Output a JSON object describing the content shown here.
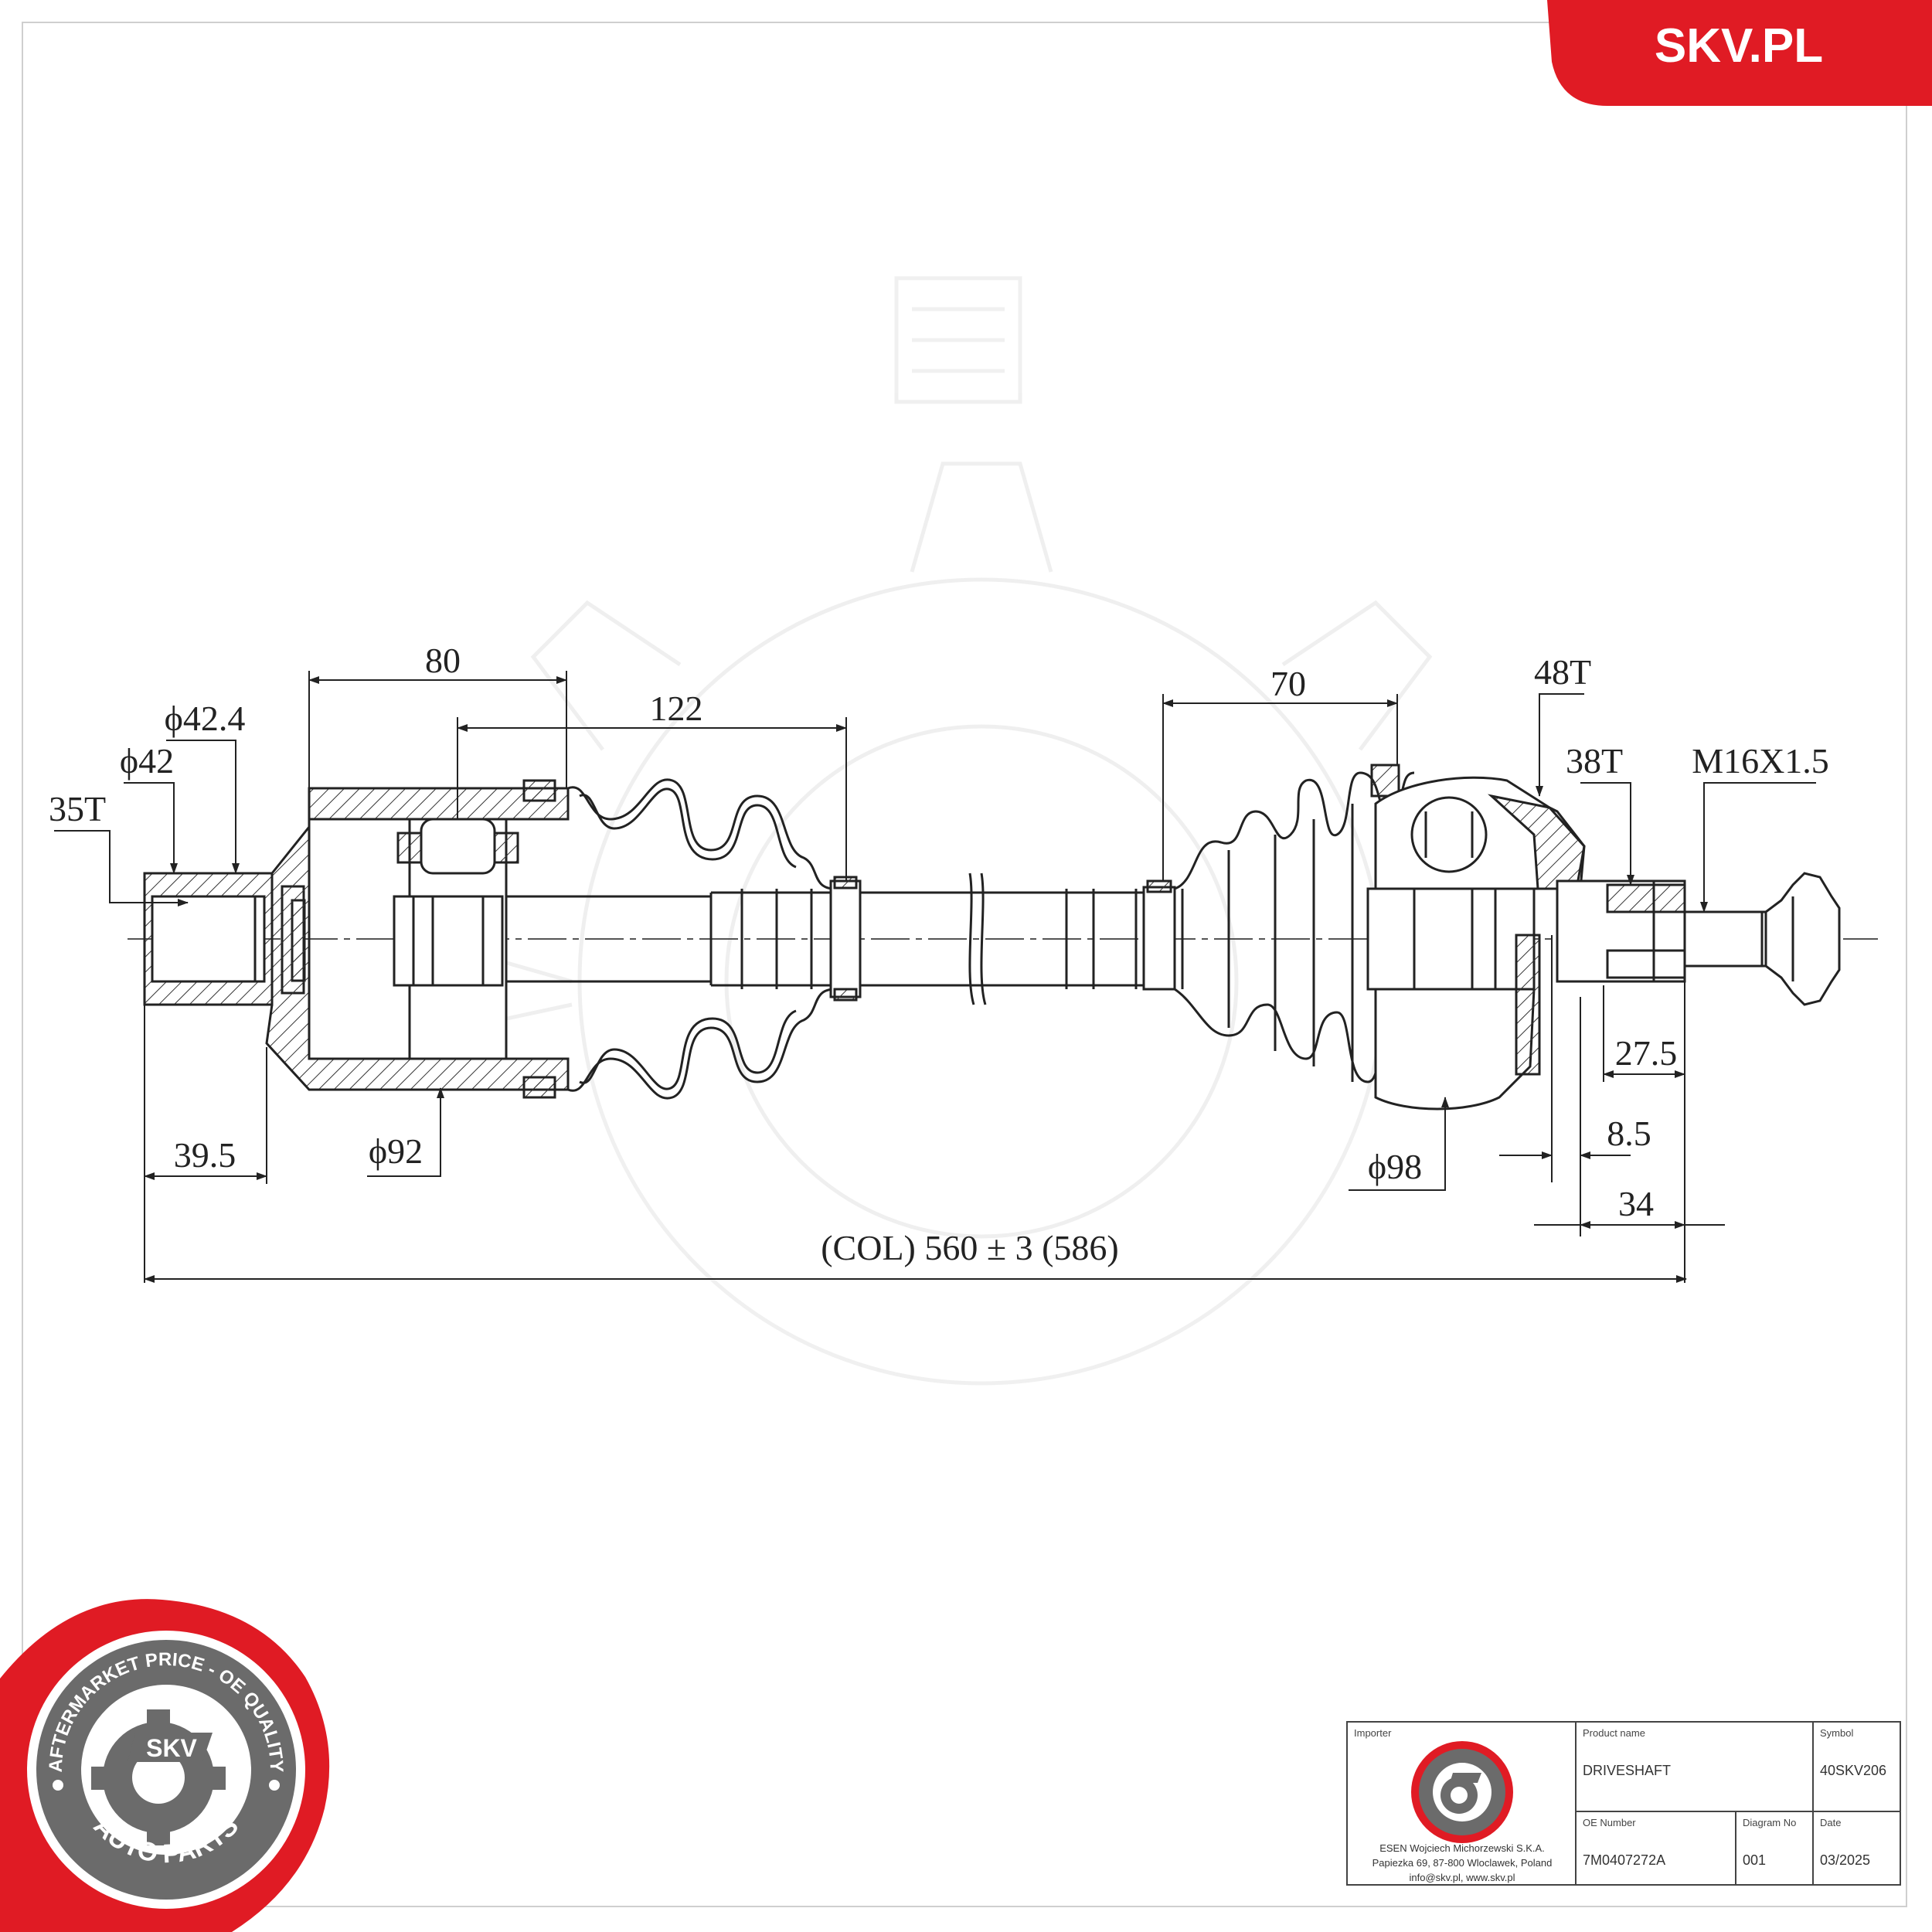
{
  "brand": {
    "site": "SKV.PL",
    "color": "#e01b24"
  },
  "logo": {
    "ring_text_top": "AFTERMARKET PRICE - OE QUALITY",
    "ring_text_bottom": "AUTO PARTS",
    "center_text": "SKV"
  },
  "dimensions": {
    "d80": "80",
    "d122": "122",
    "d70": "70",
    "t48": "48T",
    "t38": "38T",
    "t35": "35T",
    "thread": "M16X1.5",
    "dia42_4": "ϕ42.4",
    "dia42": "ϕ42",
    "dia92": "ϕ92",
    "dia98": "ϕ98",
    "d39_5": "39.5",
    "d27_5": "27.5",
    "d8_5": "8.5",
    "d34": "34",
    "length": "(COL) 560 ± 3 (586)"
  },
  "title_block": {
    "importer_label": "Importer",
    "importer_lines": [
      "ESEN Wojciech Michorzewski S.K.A.",
      "Papiezka 69, 87-800 Wloclawek,  Poland",
      "info@skv.pl, www.skv.pl"
    ],
    "product_name_label": "Product name",
    "product_name": "DRIVESHAFT",
    "symbol_label": "Symbol",
    "symbol": "40SKV206",
    "oe_label": "OE Number",
    "oe": "7M0407272A",
    "diagram_label": "Diagram No",
    "diagram": "001",
    "date_label": "Date",
    "date": "03/2025"
  }
}
